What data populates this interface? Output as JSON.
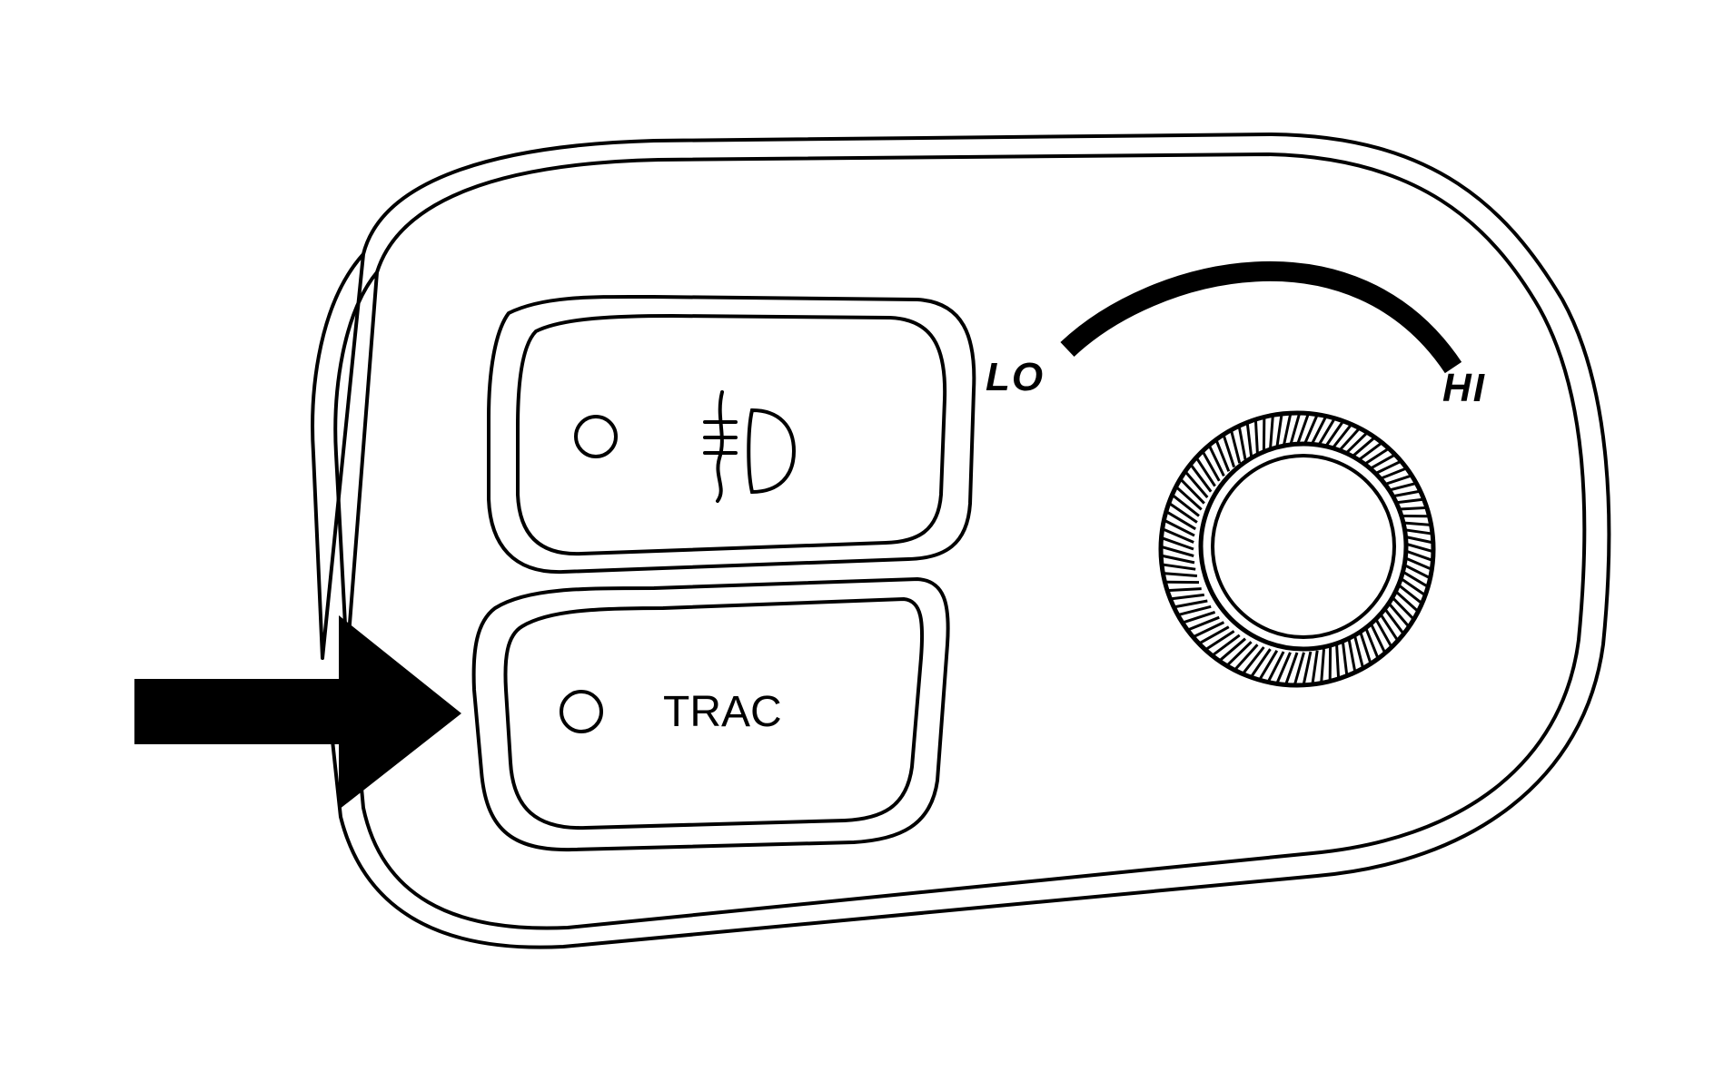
{
  "labels": {
    "trac": "TRAC",
    "lo": "LO",
    "hi": "HI"
  },
  "icons": {
    "fog_lamp": "fog-lamp-icon",
    "fog_indicator": "indicator-light-icon",
    "trac_indicator": "indicator-light-icon",
    "arrow": "pointer-arrow-icon",
    "dimmer_knob": "knurled-knob-icon"
  },
  "colors": {
    "ink": "#000000",
    "paper": "#ffffff"
  }
}
